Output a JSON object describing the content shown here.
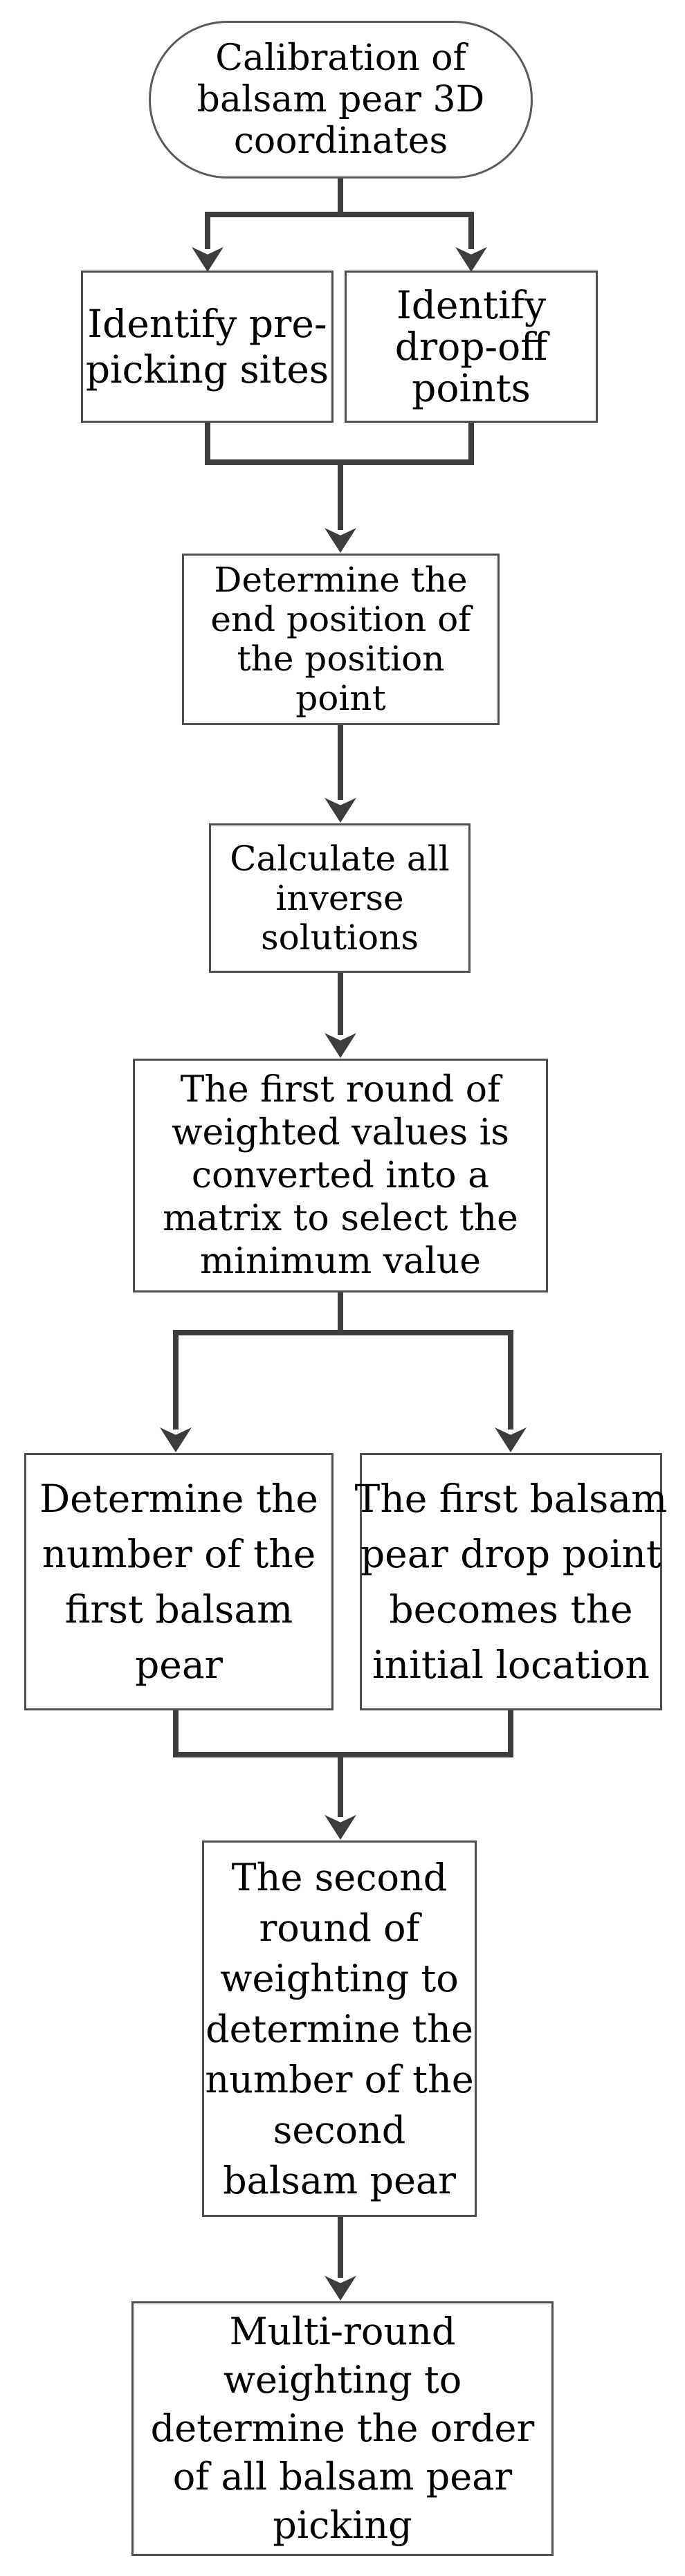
{
  "colors": {
    "line": "#3d3d3d",
    "box_border": "#4f4f4f",
    "text": "#000000",
    "background": "#ffffff"
  },
  "flowchart": {
    "nodes": [
      {
        "id": "calibration",
        "shape": "terminator",
        "text": "Calibration of\nbalsam pear 3D\ncoordinates"
      },
      {
        "id": "identify-prepicking",
        "shape": "process",
        "text": "Identify pre-\npicking sites"
      },
      {
        "id": "identify-dropoff",
        "shape": "process",
        "text": "Identify\ndrop-off\npoints"
      },
      {
        "id": "end-position",
        "shape": "process",
        "text": "Determine the\nend position of\nthe position\npoint"
      },
      {
        "id": "inverse-solutions",
        "shape": "process",
        "text": "Calculate all\ninverse\nsolutions"
      },
      {
        "id": "first-round-weighting",
        "shape": "process",
        "text": "The first round of\nweighted values is\nconverted into a\nmatrix to select the\nminimum value"
      },
      {
        "id": "first-pear-number",
        "shape": "process",
        "text": "Determine the\nnumber of the\nfirst balsam\npear"
      },
      {
        "id": "first-drop-initial",
        "shape": "process",
        "text": "The first balsam\npear drop point\nbecomes the\ninitial location"
      },
      {
        "id": "second-round-weighting",
        "shape": "process",
        "text": "The second\nround of\nweighting to\ndetermine the\nnumber of the\nsecond\nbalsam pear"
      },
      {
        "id": "multi-round-weighting",
        "shape": "process",
        "text": "Multi-round\nweighting to\ndetermine the order\nof all balsam pear\npicking"
      }
    ]
  }
}
